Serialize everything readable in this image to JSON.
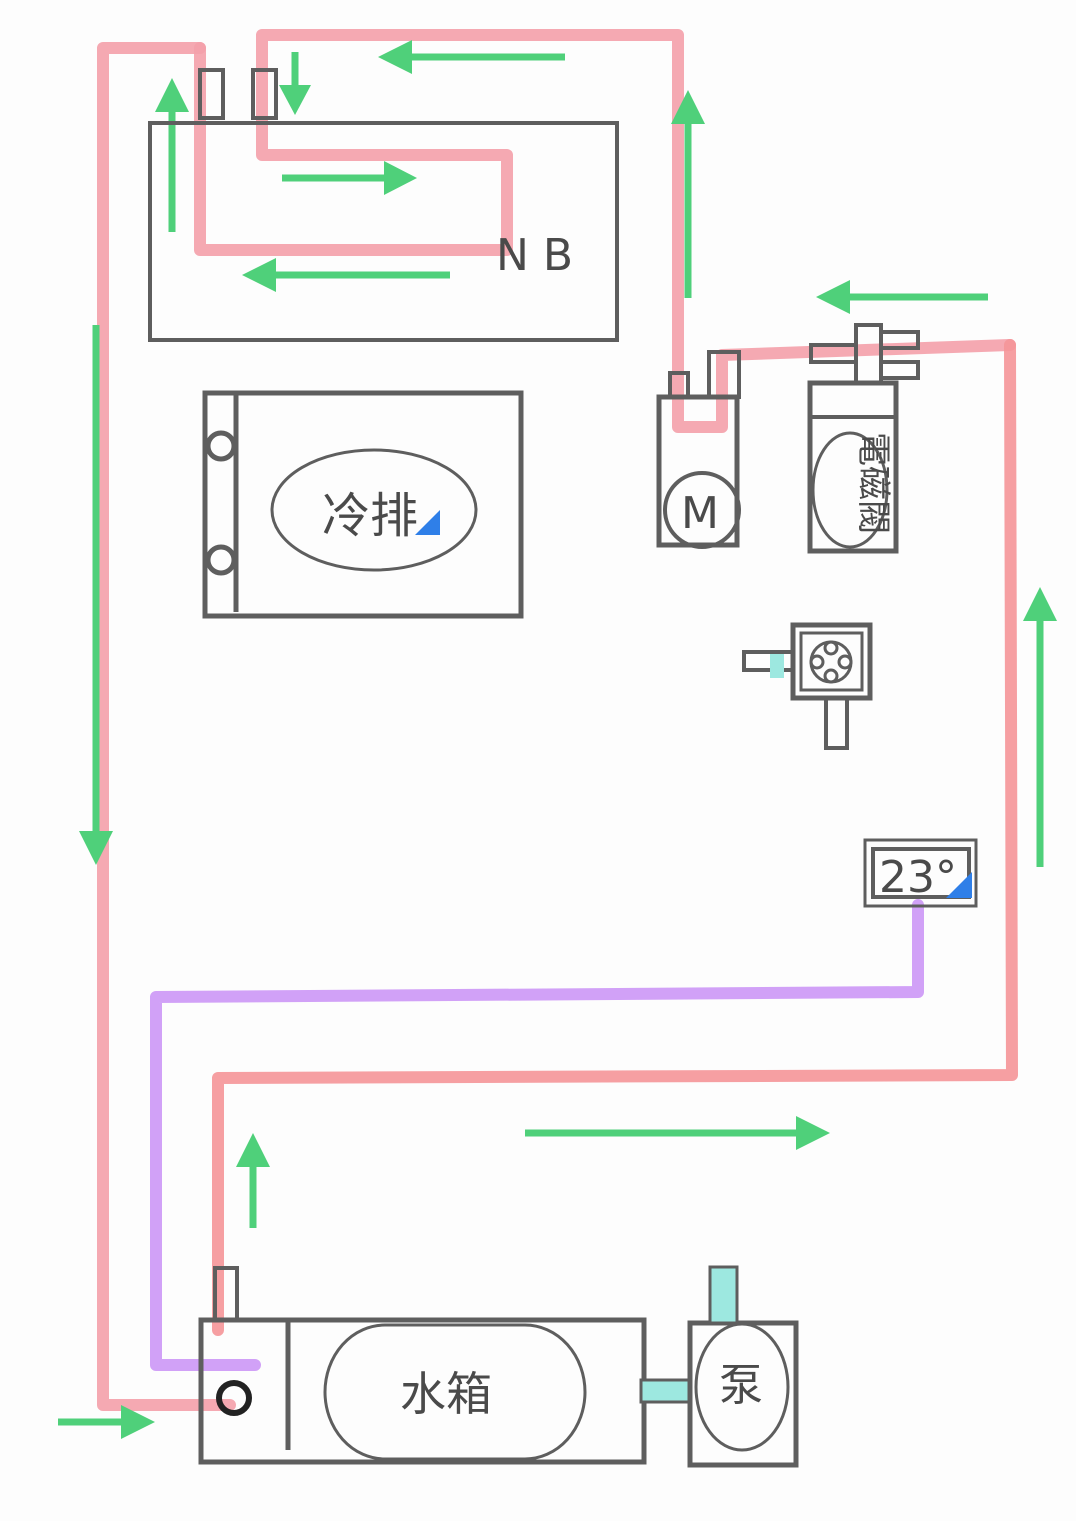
{
  "labels": {
    "nb": "N B",
    "radiator": "冷排",
    "motor": "M",
    "solenoid": "電磁閥",
    "temperature": "23°",
    "tank": "水箱",
    "pump": "泵"
  },
  "colors": {
    "hot_pipe": "#f4a0aa",
    "hot_pipe_strong": "#f59598",
    "return_pipe": "#cf9cf7",
    "coolant": "#9de8e0",
    "flow_arrow": "#4fd07a",
    "outline": "#5e5e5e",
    "accent_blue": "#2f7fe8"
  }
}
